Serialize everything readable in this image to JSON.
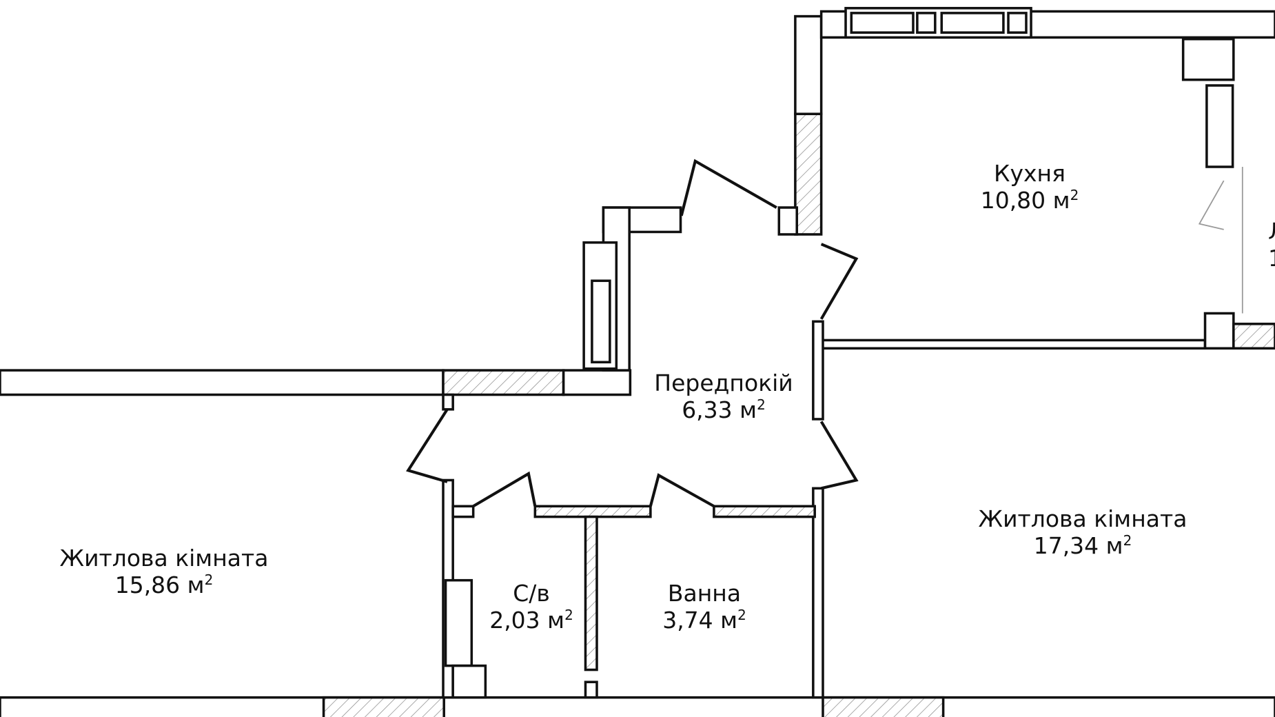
{
  "rooms": {
    "kitchen": {
      "name": "Кухня",
      "area": "10,80 м",
      "unit_sup": "2"
    },
    "hallway": {
      "name": "Передпокій",
      "area": "6,33 м",
      "unit_sup": "2"
    },
    "living_right": {
      "name": "Житлова кімната",
      "area": "17,34 м",
      "unit_sup": "2"
    },
    "living_left": {
      "name": "Житлова кімната",
      "area": "15,86 м",
      "unit_sup": "2"
    },
    "wc": {
      "name": "С/в",
      "area": "2,03 м",
      "unit_sup": "2"
    },
    "bath": {
      "name": "Ванна",
      "area": "3,74 м",
      "unit_sup": "2"
    },
    "partial_right": {
      "name": "Л",
      "area": "1"
    }
  }
}
